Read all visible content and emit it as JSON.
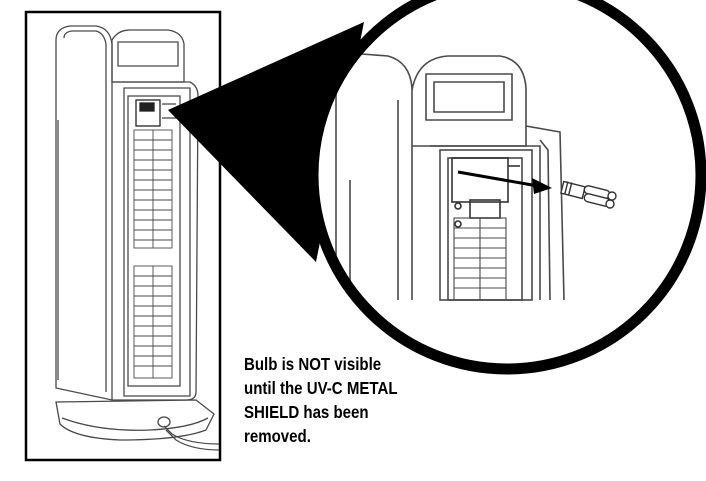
{
  "caption": {
    "lines": [
      "Bulb is NOT visible",
      "until the UV-C METAL",
      "SHIELD has been",
      "removed."
    ]
  },
  "colors": {
    "ink": "#000000",
    "line": "#4a4a4a",
    "background": "#ffffff"
  }
}
